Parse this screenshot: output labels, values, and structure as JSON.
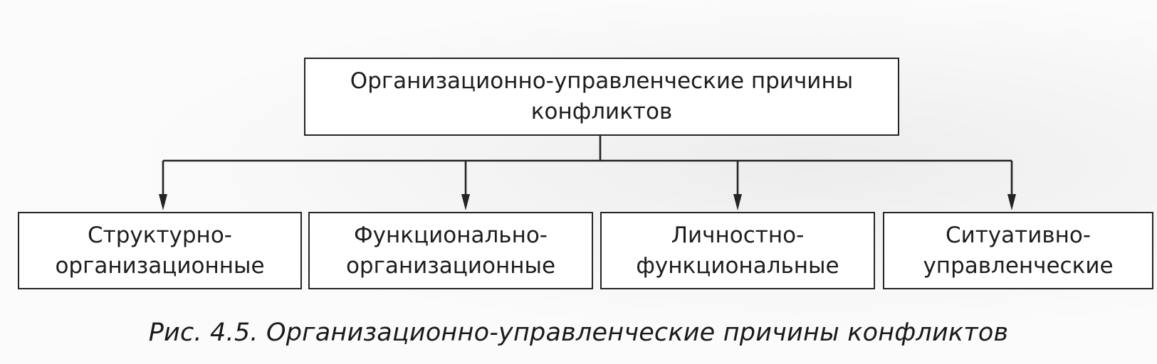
{
  "root": {
    "line1": "Организационно-управленческие причины",
    "line2": "конфликтов"
  },
  "children": [
    {
      "line1": "Структурно-",
      "line2": "организационные"
    },
    {
      "line1": "Функционально-",
      "line2": "организационные"
    },
    {
      "line1": "Личностно-",
      "line2": "функциональные"
    },
    {
      "line1": "Ситуативно-",
      "line2": "управленческие"
    }
  ],
  "caption": "Рис. 4.5. Организационно-управленческие причины конфликтов",
  "colors": {
    "line": "#242424",
    "background": "#fbfbfb"
  }
}
